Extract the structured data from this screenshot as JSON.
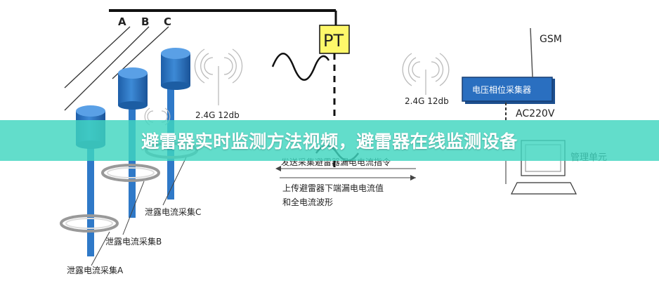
{
  "banner": {
    "title": "避雷器实时监测方法视频，避雷器在线监测设备"
  },
  "phases": [
    "A",
    "B",
    "C"
  ],
  "pt_label": "PT",
  "gsm_label": "GSM",
  "collector_label": "电压相位采集器",
  "ac_label": "AC220V",
  "management_label": "管理单元",
  "radio_left": "2.4G 12db",
  "radio_right": "2.4G 12db",
  "command_label": "发送采集避雷器漏电电流指令",
  "upload_label_1": "上传避雷器下端漏电电流值",
  "upload_label_2": "和全电流波形",
  "sensor_a": "泄露电流采集A",
  "sensor_b": "泄露电流采集B",
  "sensor_c": "泄露电流采集C",
  "colors": {
    "arrester": "#2f79c8",
    "arrester_dark": "#1c5da3",
    "collector": "#2a6fc0",
    "banner": "#40d6c0"
  }
}
